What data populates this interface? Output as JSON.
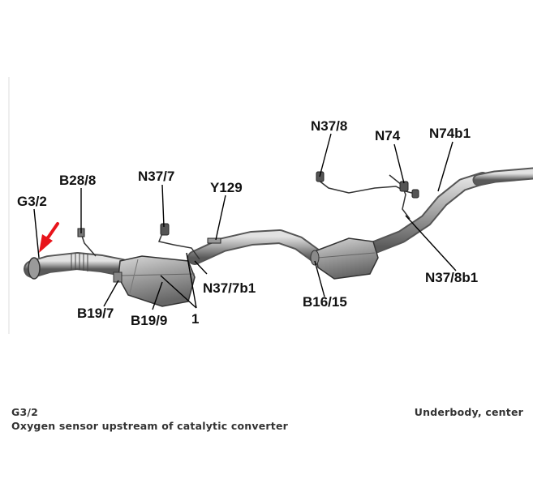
{
  "diagram": {
    "labels": {
      "g3_2": "G3/2",
      "b28_8": "B28/8",
      "n37_7": "N37/7",
      "y129": "Y129",
      "n37_8": "N37/8",
      "n74": "N74",
      "n74b1": "N74b1",
      "n37_7b1": "N37/7b1",
      "b16_15": "B16/15",
      "n37_8b1": "N37/8b1",
      "b19_7": "B19/7",
      "b19_9": "B19/9",
      "one": "1"
    },
    "colors": {
      "pointer": "#e8141b",
      "metal": "#9a9a9a",
      "line": "#000000"
    }
  },
  "caption": {
    "component_code": "G3/2",
    "component_desc": "Oxygen sensor upstream of catalytic converter",
    "location": "Underbody, center"
  }
}
